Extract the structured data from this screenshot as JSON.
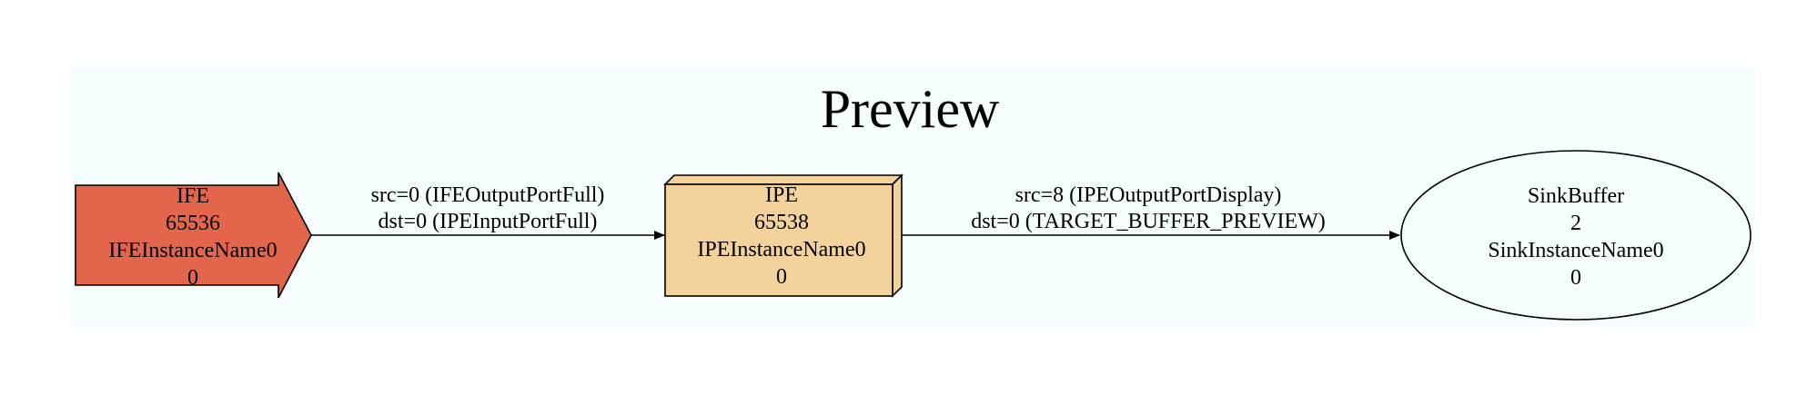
{
  "graph": {
    "cluster": {
      "title": "Preview",
      "fill": "#f5fdfe"
    },
    "nodes": [
      {
        "id": "ife",
        "shape": "rarrow",
        "fill": "#e2654c",
        "lines": [
          "IFE",
          "65536",
          "IFEInstanceName0",
          "0"
        ]
      },
      {
        "id": "ipe",
        "shape": "box3d",
        "fill": "#f3d29b",
        "lines": [
          "IPE",
          "65538",
          "IPEInstanceName0",
          "0"
        ]
      },
      {
        "id": "sinkbuffer",
        "shape": "ellipse",
        "fill": "#f5fdfe",
        "lines": [
          "SinkBuffer",
          "2",
          "SinkInstanceName0",
          "0"
        ]
      }
    ],
    "edges": [
      {
        "from": "ife",
        "to": "ipe",
        "lines": [
          "src=0 (IFEOutputPortFull)",
          "dst=0 (IPEInputPortFull)"
        ]
      },
      {
        "from": "ipe",
        "to": "sinkbuffer",
        "lines": [
          "src=8 (IPEOutputPortDisplay)",
          "dst=0 (TARGET_BUFFER_PREVIEW)"
        ]
      }
    ]
  }
}
